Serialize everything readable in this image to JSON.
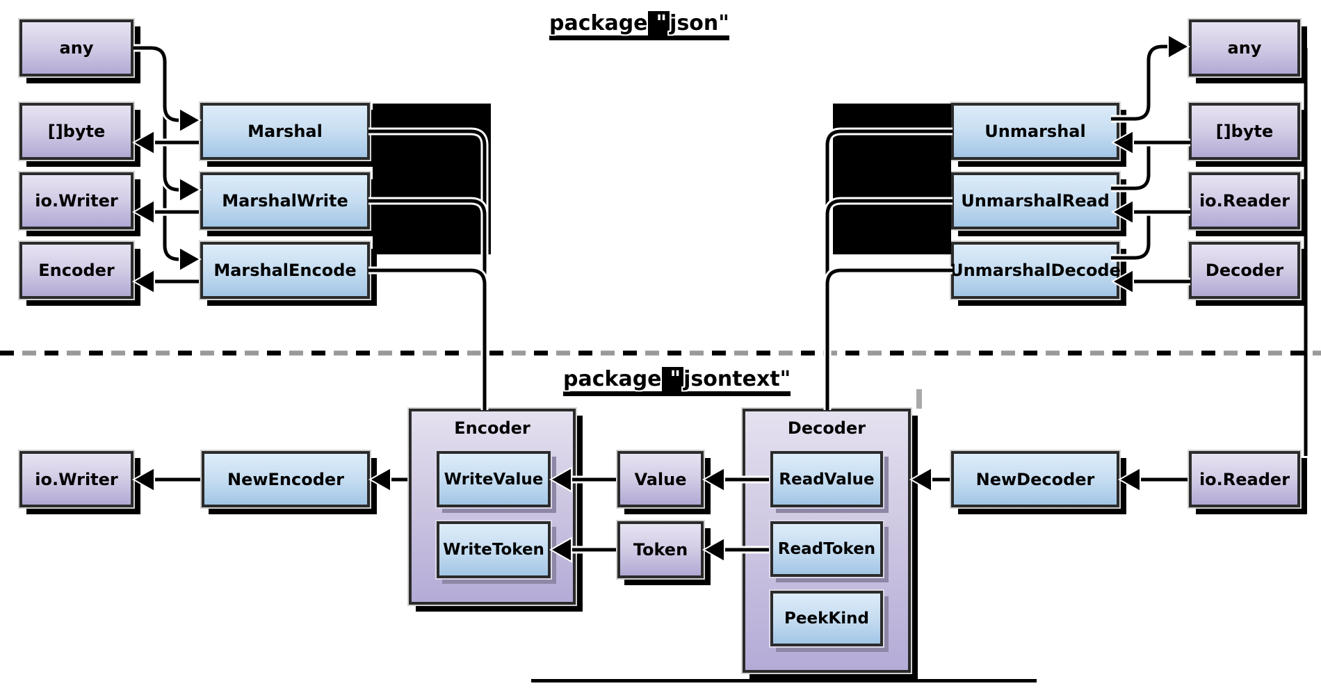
{
  "diagram": {
    "title_top": {
      "word": "package",
      "quote_open": "\"",
      "name": "json",
      "quote_close": "\""
    },
    "title_bottom": {
      "word": "package",
      "quote_open": "\"",
      "name": "jsontext",
      "quote_close": "\""
    },
    "json_pkg": {
      "types_left": [
        "any",
        "[]byte",
        "io.Writer",
        "Encoder"
      ],
      "marshal": [
        "Marshal",
        "MarshalWrite",
        "MarshalEncode"
      ],
      "unmarshal": [
        "Unmarshal",
        "UnmarshalRead",
        "UnmarshalDecode"
      ],
      "types_right": [
        "any",
        "[]byte",
        "io.Reader",
        "Decoder"
      ]
    },
    "jsontext_pkg": {
      "io_writer": "io.Writer",
      "new_encoder": "NewEncoder",
      "encoder_title": "Encoder",
      "encoder_methods": [
        "WriteValue",
        "WriteToken"
      ],
      "value": "Value",
      "token": "Token",
      "decoder_title": "Decoder",
      "decoder_methods": [
        "ReadValue",
        "ReadToken",
        "PeekKind"
      ],
      "new_decoder": "NewDecoder",
      "io_reader": "io.Reader"
    },
    "colors": {
      "purple_top": "#e7e3f2",
      "purple_bottom": "#b2a9d4",
      "blue_top": "#ddecf9",
      "blue_bottom": "#a3c6e6",
      "border": "#2b2b2b",
      "shadow": "#000000",
      "divider_black": "#000000",
      "divider_gray": "#999999",
      "redaction": "#000000"
    }
  }
}
